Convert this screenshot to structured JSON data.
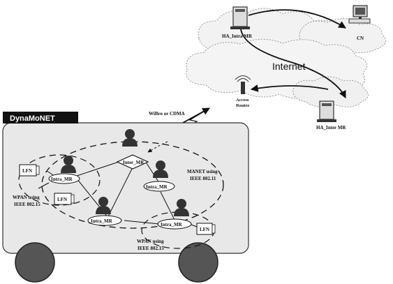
{
  "labels": {
    "ha_intra_mr": "HA_Intra MR",
    "cn": "CN",
    "internet": "Internet",
    "access_router": "Access\nRouter",
    "ha_inter_mr": "HA_Inter MR",
    "wibro_cdma": "WiBro or CDMA",
    "dynamonet": "DynaMoNET",
    "inter_mr": "Inter_MR",
    "intra_mr": "Intra_MR",
    "lfn": "LFN",
    "manet": "MANET using\nIEEE 802.11",
    "wpan": "WPAN using\nIEEE 802.15"
  }
}
